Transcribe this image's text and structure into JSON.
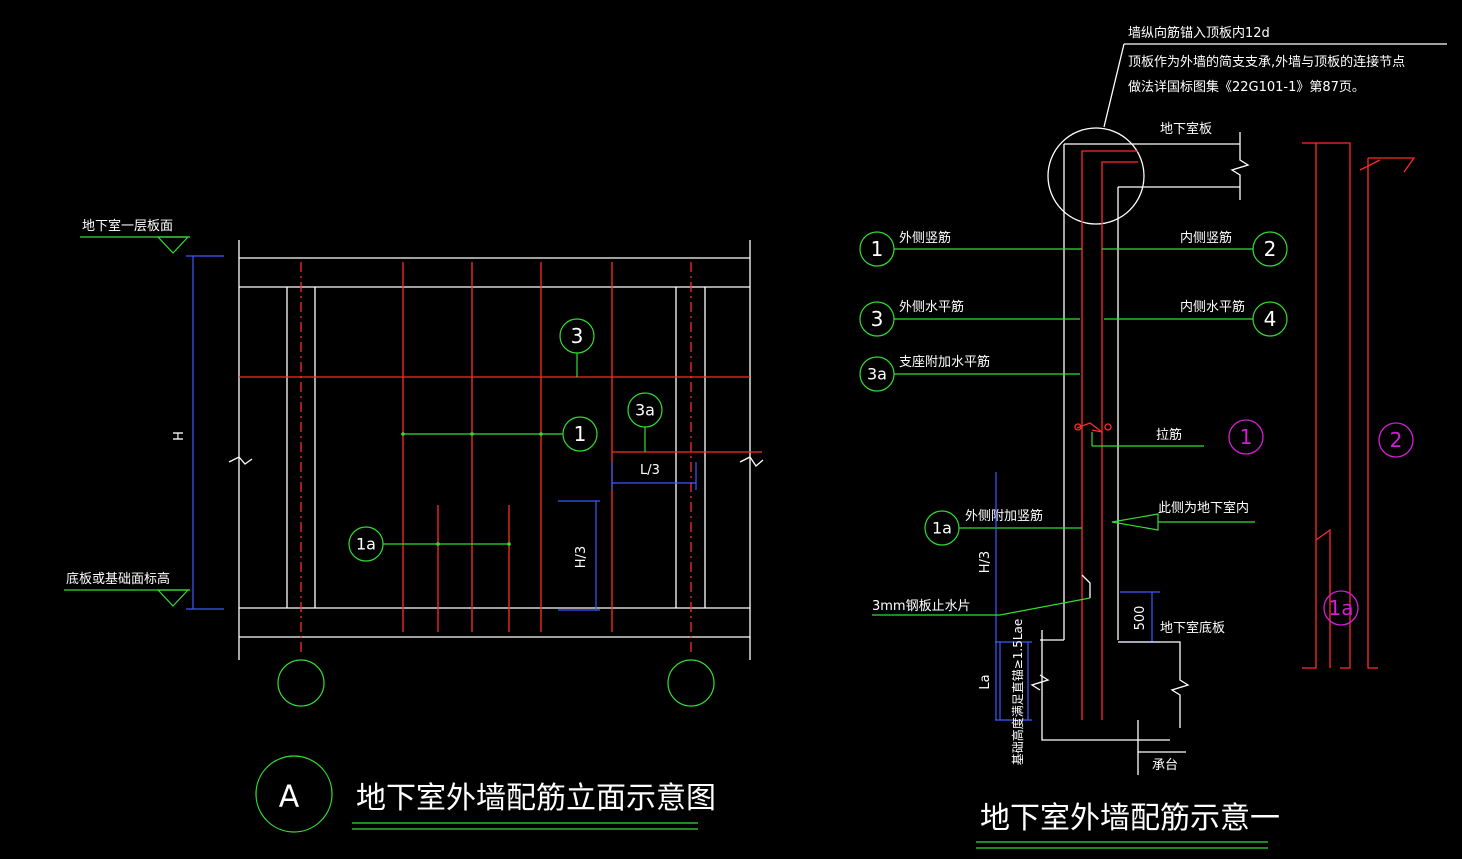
{
  "left_diagram": {
    "level_top": "地下室一层板面",
    "level_bottom": "底板或基础面标高",
    "dim_h": "H",
    "dim_l3": "L/3",
    "dim_h3": "H/3",
    "tag_3": "3",
    "tag_3a": "3a",
    "tag_1": "1",
    "tag_1a": "1a",
    "title_symbol": "A",
    "title": "地下室外墙配筋立面示意图"
  },
  "right_diagram": {
    "note_line1": "墙纵向筋锚入顶板内12d",
    "note_line2": "顶板作为外墙的简支支承,外墙与顶板的连接节点",
    "note_line3": "做法详国标图集《22G101-1》第87页。",
    "basement_slab": "地下室板",
    "outer_vertical": "外侧竖筋",
    "inner_vertical": "内侧竖筋",
    "outer_horizontal": "外侧水平筋",
    "inner_horizontal": "内侧水平筋",
    "support_horizontal": "支座附加水平筋",
    "tie_bar": "拉筋",
    "basement_interior": "此侧为地下室内",
    "outer_additional_vertical": "外侧附加竖筋",
    "dim_h3": "H/3",
    "waterstop": "3mm钢板止水片",
    "dim_500": "500",
    "basement_bottom_slab": "地下室底板",
    "dim_la": "La",
    "anchor_note": "基础高度满足直锚≥1.5Lae",
    "pile_cap": "承台",
    "tag_1": "1",
    "tag_2": "2",
    "tag_3": "3",
    "tag_4": "4",
    "tag_3a": "3a",
    "tag_1a": "1a",
    "bar_tag_1": "1",
    "bar_tag_2": "2",
    "bar_tag_1a": "1a",
    "title": "地下室外墙配筋示意一"
  },
  "colors": {
    "background": "#000000",
    "concrete": "#ffffff",
    "rebar": "#ff2a2a",
    "leader": "#33dd33",
    "dimension": "#3b5bff",
    "bar_tag": "#d21fd2"
  }
}
